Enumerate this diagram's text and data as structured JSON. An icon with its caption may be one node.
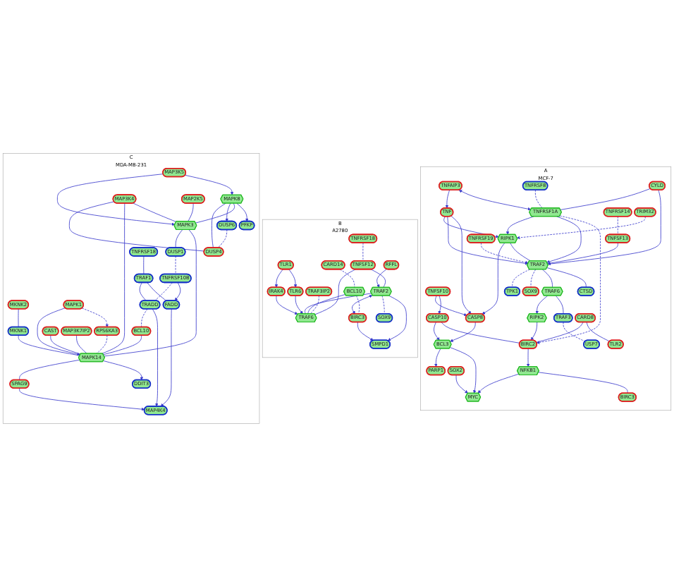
{
  "diagram": {
    "nodes": [
      {
        "text": [
          "A",
          "MCF-7"
        ]
      },
      {
        "text": [
          "TNFAIP3"
        ],
        "in": 0
      },
      {
        "text": [
          "TNFRSF8"
        ],
        "in": 0
      },
      {
        "text": [
          "TNFSF10"
        ],
        "in": 0
      },
      {
        "text": [
          "TNFRSF14"
        ],
        "in": 0
      },
      {
        "text": [
          "TNFSF13"
        ],
        "in": 0
      },
      {
        "text": [
          "CYLD"
        ],
        "in": 0
      },
      {
        "text": [
          "TNFRSF1A"
        ],
        "in": 0
      },
      {
        "text": [
          "TNF"
        ],
        "in": 0
      },
      {
        "text": [
          "TRIM32"
        ],
        "in": 0
      },
      {
        "text": [
          "TNFRSF19"
        ],
        "in": 0
      },
      {
        "text": [
          "RIPK1"
        ],
        "in": 0
      },
      {
        "text": [
          "TRAF2"
        ],
        "in": 0
      },
      {
        "text": [
          "TPK1"
        ],
        "in": 0
      },
      {
        "text": [
          "PARP1"
        ],
        "in": 0
      },
      {
        "text": [
          "CASP8"
        ],
        "in": 0
      },
      {
        "text": [
          "RIPK2"
        ],
        "in": 0
      },
      {
        "text": [
          "TRAF6"
        ],
        "in": 0
      },
      {
        "text": [
          "SOX9"
        ],
        "in": 0
      },
      {
        "text": [
          "BCL3"
        ],
        "in": 0
      },
      {
        "text": [
          "CASP10"
        ],
        "in": 0
      },
      {
        "text": [
          "CARD8"
        ],
        "in": 0
      },
      {
        "text": [
          "TRAF3"
        ],
        "in": 0
      },
      {
        "text": [
          "USP7"
        ],
        "in": 0
      },
      {
        "text": [
          "CTSD"
        ],
        "in": 0
      },
      {
        "text": [
          "SOX2"
        ],
        "in": 0
      },
      {
        "text": [
          "MYC"
        ],
        "in": 0
      },
      {
        "text": [
          "NFKB1"
        ],
        "in": 0
      },
      {
        "text": [
          "BIRC2"
        ],
        "in": 0
      },
      {
        "text": [
          "TLR2"
        ],
        "in": 0
      },
      {
        "text": [
          "BIRC3"
        ],
        "in": 0
      },
      {
        "text": [
          "B",
          "A2780"
        ]
      },
      {
        "text": [
          "TNFRSF18"
        ],
        "in": 31
      },
      {
        "text": [
          "CARD14"
        ],
        "in": 31
      },
      {
        "text": [
          "TNFSF12"
        ],
        "in": 31
      },
      {
        "text": [
          "TRAF3IP2"
        ],
        "in": 31
      },
      {
        "text": [
          "BCL10"
        ],
        "in": 31
      },
      {
        "text": [
          "TRAF6"
        ],
        "in": 31
      },
      {
        "text": [
          "TRAF2"
        ],
        "in": 31
      },
      {
        "text": [
          "RFFL"
        ],
        "in": 31
      },
      {
        "text": [
          "BIRC3"
        ],
        "in": 31
      },
      {
        "text": [
          "IRAK4"
        ],
        "in": 31
      },
      {
        "text": [
          "SOX9"
        ],
        "in": 31
      },
      {
        "text": [
          "SMPD1"
        ],
        "in": 31
      },
      {
        "text": [
          "TLR6"
        ],
        "in": 31
      },
      {
        "text": [
          "TLR1"
        ],
        "in": 31
      },
      {
        "text": [
          "C",
          "MDA-MB-231"
        ]
      },
      {
        "text": [
          "RPS6KA3"
        ],
        "in": 46
      },
      {
        "text": [
          "CAST"
        ],
        "in": 46
      },
      {
        "text": [
          "MKNK2"
        ],
        "in": 46
      },
      {
        "text": [
          "MAPK1"
        ],
        "in": 46
      },
      {
        "text": [
          "DDIT3"
        ],
        "in": 46
      },
      {
        "text": [
          "MAP3K7IP2"
        ],
        "in": 46
      },
      {
        "text": [
          "TNFRSF18"
        ],
        "in": 46
      },
      {
        "text": [
          "MKNK1"
        ],
        "in": 46
      },
      {
        "text": [
          "MAP3K5"
        ],
        "in": 46
      },
      {
        "text": [
          "MAPK14"
        ],
        "in": 46
      },
      {
        "text": [
          "PFKP"
        ],
        "in": 46
      },
      {
        "text": [
          "MAPK8"
        ],
        "in": 46
      },
      {
        "text": [
          "MAPK3"
        ],
        "in": 46
      },
      {
        "text": [
          "TRAF1"
        ],
        "in": 46
      },
      {
        "text": [
          "DUSP1"
        ],
        "in": 46
      },
      {
        "text": [
          "TNFRSF10B"
        ],
        "in": 46
      },
      {
        "text": [
          "DUSP6"
        ],
        "in": 46
      },
      {
        "text": [
          "SPAG9"
        ],
        "in": 46
      },
      {
        "text": [
          "FADD"
        ],
        "in": 46
      },
      {
        "text": [
          "DUSP4"
        ],
        "in": 46
      },
      {
        "text": [
          "MAP3K4"
        ],
        "in": 46
      },
      {
        "text": [
          "MAP4K4"
        ],
        "in": 46
      },
      {
        "text": [
          "TRADD"
        ],
        "in": 46
      },
      {
        "text": [
          "MAP2K5"
        ],
        "in": 46
      },
      {
        "text": [
          "BCL10"
        ],
        "in": 46
      }
    ],
    "edges": [
      {
        "from": 1,
        "to": 8,
        "arrow": "to"
      },
      {
        "from": 1,
        "to": 7,
        "arrow": "both"
      },
      {
        "from": 2,
        "to": 7,
        "arrow": "none",
        "style": "dashed"
      },
      {
        "from": 4,
        "to": 5,
        "arrow": "none",
        "style": "dashed"
      },
      {
        "from": 5,
        "to": 12,
        "arrow": "none"
      },
      {
        "from": 3,
        "to": 15,
        "arrow": "to"
      },
      {
        "from": 3,
        "to": 20,
        "arrow": "to"
      },
      {
        "from": 6,
        "to": 7,
        "arrow": "none"
      },
      {
        "from": 6,
        "to": 12,
        "arrow": "to"
      },
      {
        "from": 9,
        "to": 11,
        "arrow": "to",
        "style": "dashed"
      },
      {
        "from": 8,
        "to": 11,
        "arrow": "to"
      },
      {
        "from": 8,
        "to": 12,
        "arrow": "to"
      },
      {
        "from": 8,
        "to": 15,
        "arrow": "to"
      },
      {
        "from": 7,
        "to": 11,
        "arrow": "to"
      },
      {
        "from": 7,
        "to": 12,
        "arrow": "to"
      },
      {
        "from": 7,
        "to": 28,
        "arrow": "to",
        "style": "dashed"
      },
      {
        "from": 11,
        "to": 15,
        "arrow": "to"
      },
      {
        "from": 11,
        "to": 12,
        "arrow": "none"
      },
      {
        "from": 10,
        "to": 12,
        "arrow": "to",
        "style": "dashed"
      },
      {
        "from": 12,
        "to": 13,
        "arrow": "none",
        "style": "dashed"
      },
      {
        "from": 12,
        "to": 18,
        "arrow": "none",
        "style": "dashed"
      },
      {
        "from": 12,
        "to": 17,
        "arrow": "none"
      },
      {
        "from": 12,
        "to": 24,
        "arrow": "none"
      },
      {
        "from": 17,
        "to": 16,
        "arrow": "to"
      },
      {
        "from": 17,
        "to": 22,
        "arrow": "none"
      },
      {
        "from": 22,
        "to": 23,
        "arrow": "none",
        "style": "dashed"
      },
      {
        "from": 16,
        "to": 28,
        "arrow": "to"
      },
      {
        "from": 15,
        "to": 19,
        "arrow": "to"
      },
      {
        "from": 19,
        "to": 14,
        "arrow": "to"
      },
      {
        "from": 20,
        "to": 19,
        "arrow": "to"
      },
      {
        "from": 20,
        "to": 28,
        "arrow": "none"
      },
      {
        "from": 21,
        "to": 28,
        "arrow": "none"
      },
      {
        "from": 21,
        "to": 29,
        "arrow": "none"
      },
      {
        "from": 25,
        "to": 26,
        "arrow": "to"
      },
      {
        "from": 19,
        "to": 26,
        "arrow": "to"
      },
      {
        "from": 28,
        "to": 27,
        "arrow": "to"
      },
      {
        "from": 27,
        "to": 26,
        "arrow": "to"
      },
      {
        "from": 27,
        "to": 30,
        "arrow": "none"
      },
      {
        "from": 32,
        "to": 34,
        "arrow": "none",
        "style": "dashed"
      },
      {
        "from": 34,
        "to": 38,
        "arrow": "none"
      },
      {
        "from": 34,
        "to": 37,
        "arrow": "none"
      },
      {
        "from": 33,
        "to": 36,
        "arrow": "none",
        "style": "dashed"
      },
      {
        "from": 35,
        "to": 37,
        "arrow": "none",
        "style": "dashed"
      },
      {
        "from": 36,
        "to": 37,
        "arrow": "none"
      },
      {
        "from": 36,
        "to": 40,
        "arrow": "none",
        "style": "dashed"
      },
      {
        "from": 38,
        "to": 37,
        "arrow": "none"
      },
      {
        "from": 38,
        "to": 40,
        "arrow": "both"
      },
      {
        "from": 39,
        "to": 38,
        "arrow": "to"
      },
      {
        "from": 38,
        "to": 43,
        "arrow": "to"
      },
      {
        "from": 38,
        "to": 42,
        "arrow": "none",
        "style": "dashed"
      },
      {
        "from": 40,
        "to": 43,
        "arrow": "to"
      },
      {
        "from": 44,
        "to": 37,
        "arrow": "to"
      },
      {
        "from": 41,
        "to": 37,
        "arrow": "to"
      },
      {
        "from": 45,
        "to": 44,
        "arrow": "to"
      },
      {
        "from": 45,
        "to": 41,
        "arrow": "to"
      },
      {
        "from": 49,
        "to": 54,
        "arrow": "none"
      },
      {
        "from": 50,
        "to": 47,
        "arrow": "to",
        "style": "dashed"
      },
      {
        "from": 50,
        "to": 56,
        "arrow": "to"
      },
      {
        "from": 48,
        "to": 56,
        "arrow": "none"
      },
      {
        "from": 56,
        "to": 51,
        "arrow": "to"
      },
      {
        "from": 52,
        "to": 56,
        "arrow": "none"
      },
      {
        "from": 47,
        "to": 56,
        "arrow": "none",
        "style": "dashed"
      },
      {
        "from": 54,
        "to": 56,
        "arrow": "none"
      },
      {
        "from": 55,
        "to": 58,
        "arrow": "to"
      },
      {
        "from": 55,
        "to": 59,
        "arrow": "to"
      },
      {
        "from": 58,
        "to": 57,
        "arrow": "to"
      },
      {
        "from": 58,
        "to": 59,
        "arrow": "none"
      },
      {
        "from": 59,
        "to": 56,
        "arrow": "none"
      },
      {
        "from": 59,
        "to": 61,
        "arrow": "none"
      },
      {
        "from": 58,
        "to": 63,
        "arrow": "to"
      },
      {
        "from": 56,
        "to": 64,
        "arrow": "none"
      },
      {
        "from": 53,
        "to": 60,
        "arrow": "none"
      },
      {
        "from": 60,
        "to": 65,
        "arrow": "none"
      },
      {
        "from": 60,
        "to": 69,
        "arrow": "none"
      },
      {
        "from": 61,
        "to": 62,
        "arrow": "none",
        "style": "dashed"
      },
      {
        "from": 62,
        "to": 65,
        "arrow": "to"
      },
      {
        "from": 62,
        "to": 69,
        "arrow": "none",
        "style": "dashed"
      },
      {
        "from": 65,
        "to": 68,
        "arrow": "to"
      },
      {
        "from": 69,
        "to": 68,
        "arrow": "to"
      },
      {
        "from": 64,
        "to": 68,
        "arrow": "to"
      },
      {
        "from": 67,
        "to": 59,
        "arrow": "none"
      },
      {
        "from": 67,
        "to": 56,
        "arrow": "none"
      },
      {
        "from": 67,
        "to": 66,
        "arrow": "none"
      },
      {
        "from": 66,
        "to": 58,
        "arrow": "none"
      },
      {
        "from": 70,
        "to": 59,
        "arrow": "none"
      },
      {
        "from": 71,
        "to": 56,
        "arrow": "none"
      },
      {
        "from": 63,
        "to": 66,
        "arrow": "none",
        "style": "dashed"
      },
      {
        "from": 69,
        "to": 71,
        "arrow": "none",
        "style": "dashed"
      }
    ]
  }
}
